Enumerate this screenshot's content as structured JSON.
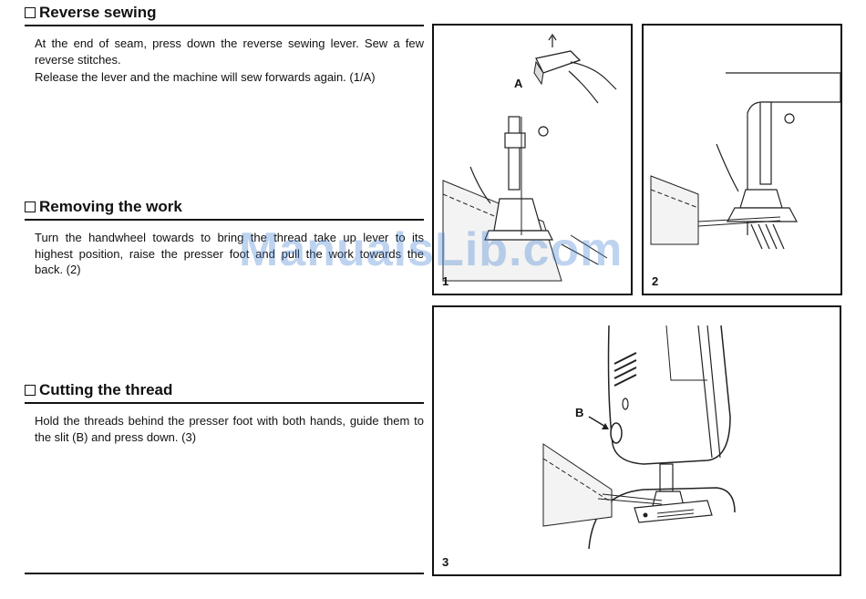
{
  "sections": [
    {
      "title": "Reverse sewing",
      "paragraphs": [
        "At the end of seam, press down the reverse sewing lever. Sew a few reverse stitches.",
        "Release the lever and the machine will sew forwards again. (1/A)"
      ]
    },
    {
      "title": "Removing the work",
      "paragraphs": [
        "Turn the handwheel towards to bring the thread take up lever to its highest position, raise the presser foot and pull the work towards the back. (2)"
      ]
    },
    {
      "title": "Cutting the thread",
      "paragraphs": [
        "Hold the threads behind the presser foot with both hands, guide them to the slit (B) and press down. (3)"
      ]
    }
  ],
  "figures": [
    {
      "number": "1",
      "callout": "A"
    },
    {
      "number": "2"
    },
    {
      "number": "3",
      "callout": "B"
    }
  ],
  "watermark": "ManualsLib.com"
}
